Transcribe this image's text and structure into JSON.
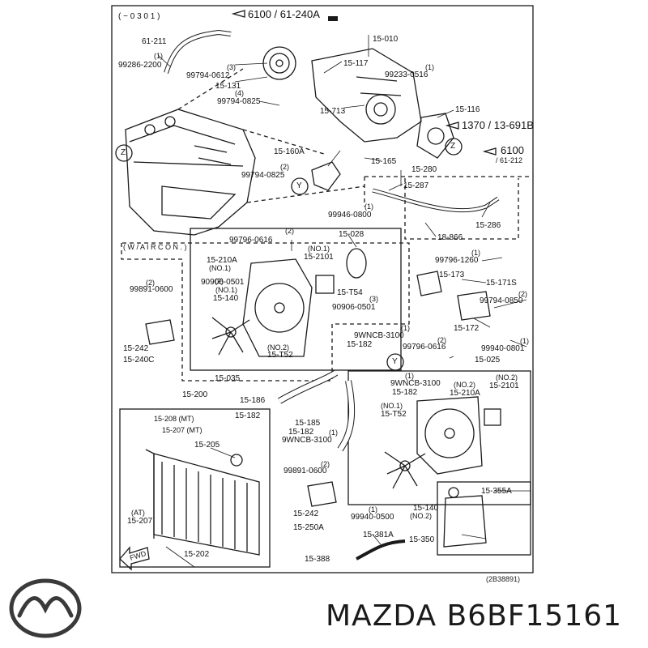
{
  "header": {
    "range": "( − 0 3 0 1 )",
    "ref_top_left": "6100 / 61-240A",
    "ref_right_1": "1370 / 13-691B",
    "ref_right_2": "6100",
    "ref_right_3": "/ 61-212"
  },
  "callouts": {
    "c1": "61-211",
    "c2": "(1)",
    "c3": "99286-2200",
    "c4": "(3)",
    "c5": "99794-0612",
    "c6": "15-131",
    "c7": "(4)",
    "c8": "99794-0825",
    "c9": "15-010",
    "c10": "15-117",
    "c11": "(1)",
    "c12": "99233-0516",
    "c13": "15-713",
    "c14": "15-116",
    "c15": "15-160A",
    "c16": "15-165",
    "c17": "(2)",
    "c18": "99794-0825",
    "c19": "15-280",
    "c20": "15-287",
    "c21": "(1)",
    "c22": "99946-0800",
    "c23": "15-286",
    "c24": "18-866",
    "c25": "(1)",
    "c26": "99796-1260",
    "c27": "(2)",
    "c28": "99796-0616",
    "c29": "15-028",
    "c30": "15-210A",
    "c31": "(NO.1)",
    "c32": "(NO.1)",
    "c33": "15-2101",
    "c34": "(2)",
    "c35": "90906-0501",
    "c36": "(NO.1)",
    "c37": "15-140",
    "c38": "15-T54",
    "c39": "(3)",
    "c40": "90906-0501",
    "c41": "15-173",
    "c42": "15-171S",
    "c43": "(2)",
    "c44": "99891-0600",
    "c45": "(2)",
    "c46": "99794-0850",
    "c47": "15-172",
    "c48": "(1)",
    "c49": "99940-0801",
    "c50": "15-242",
    "c51": "15-240C",
    "c52": "(NO.2)",
    "c53": "15-T52",
    "c54": "(1)",
    "c55": "9WNCB-3100",
    "c56": "15-182",
    "c57": "(2)",
    "c58": "99796-0616",
    "c59": "15-035",
    "c60": "15-025",
    "c61": "(1)",
    "c62": "9WNCB-3100",
    "c63": "15-182",
    "c64": "(NO.2)",
    "c65": "15-210A",
    "c66": "(NO.2)",
    "c67": "15-2101",
    "c68": "15-186",
    "c69": "15-200",
    "c70": "15-208 (MT)",
    "c71": "15-207 (MT)",
    "c72": "15-182",
    "c73": "15-185",
    "c74": "15-182",
    "c75": "(1)",
    "c76": "9WNCB-3100",
    "c77": "(NO.1)",
    "c78": "15-T52",
    "c79": "15-205",
    "c80": "(2)",
    "c81": "99891-0600",
    "c82": "(1)",
    "c83": "99940-0500",
    "c84": "15-140",
    "c85": "(NO.2)",
    "c86": "15-355A",
    "c87": "(AT)",
    "c88": "15-207",
    "c89": "15-242",
    "c90": "15-250A",
    "c91": "15-381A",
    "c92": "15-350",
    "c93": "15-202",
    "c94": "15-388",
    "c95": "FWD"
  },
  "markers": {
    "z1": "Z",
    "z2": "Z",
    "y1": "Y",
    "y2": "Y",
    "air_con": "( W / A I R   C O N . )"
  },
  "footer": {
    "drawing_code": "(2B38891)"
  },
  "brand": {
    "logo_icon": "mazda-logo-icon",
    "part_label": "MAZDA B6BF15161"
  },
  "colors": {
    "line": "#1a1a1a",
    "background": "#ffffff"
  }
}
